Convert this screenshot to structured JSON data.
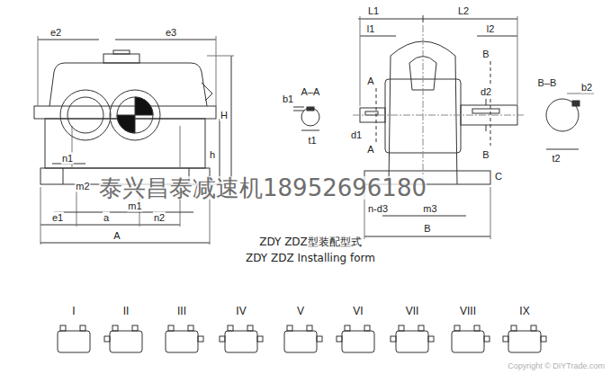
{
  "diagram": {
    "title": "ZDY ZDZ型装配型式",
    "caption": "ZDY ZDZ Installing form",
    "labels": [
      "e2",
      "e3",
      "H",
      "h",
      "n1",
      "m2",
      "m1",
      "n2",
      "e1",
      "a",
      "A",
      "L1",
      "L2",
      "l1",
      "l2",
      "A",
      "A",
      "B",
      "B",
      "d2",
      "d1",
      "C",
      "n-d3",
      "m3",
      "B",
      "A–A",
      "b1",
      "t1",
      "B–B",
      "b2",
      "t2",
      "泰兴昌泰减速机18952696180",
      "I",
      "II",
      "III",
      "IV",
      "V",
      "VI",
      "VII",
      "VIII",
      "IX",
      "Copyright © DIYTrade.com"
    ]
  }
}
